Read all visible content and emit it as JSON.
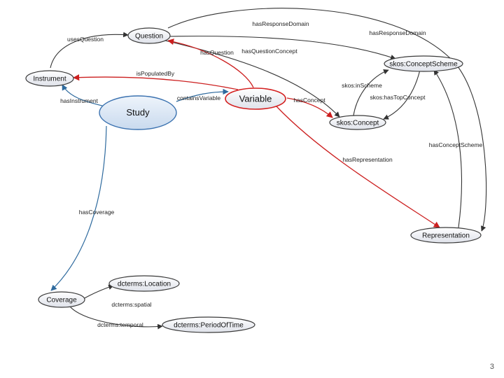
{
  "nodes": {
    "question": "Question",
    "instrument": "Instrument",
    "study": "Study",
    "variable": "Variable",
    "concept_scheme": "skos:ConceptScheme",
    "concept": "skos:Concept",
    "representation": "Representation",
    "coverage": "Coverage",
    "location": "dcterms:Location",
    "period_of_time": "dcterms:PeriodOfTime"
  },
  "edges": {
    "has_response_domain_top": "hasResponseDomain",
    "has_response_domain_right": "hasResponseDomain",
    "uses_question": "usesQuestion",
    "has_question": "hasQuestion",
    "has_question_concept": "hasQuestionConcept",
    "is_populated_by": "isPopulatedBy",
    "has_instrument": "hasInstrument",
    "contains_variable": "containsVariable",
    "has_concept": "hasConcept",
    "skos_in_scheme": "skos:inScheme",
    "skos_has_top_concept": "skos:hasTopConcept",
    "has_concept_scheme": "hasConceptScheme",
    "has_representation": "hasRepresentation",
    "has_coverage": "hasCoverage",
    "dcterms_spatial": "dcterms:spatial",
    "dcterms_temporal": "dcterms:temporal"
  },
  "colors": {
    "relation_red": "#cc1f1f",
    "relation_blue": "#2e6a9e",
    "relation_black": "#333333",
    "node_fill_light": "#eef0f6",
    "study_fill": "#d5e2f1",
    "study_stroke": "#3b72b0",
    "variable_stroke": "#d42020"
  },
  "page": {
    "number": "3"
  }
}
